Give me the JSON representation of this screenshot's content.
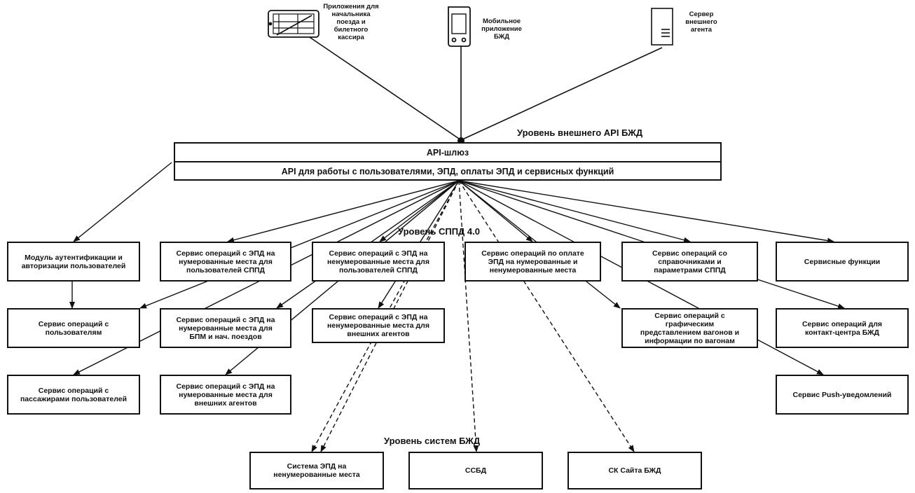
{
  "levels": {
    "external_api": "Уровень внешнего API БЖД",
    "sppd": "Уровень СППД 4.0",
    "systems": "Уровень систем БЖД"
  },
  "clients": {
    "conductor_app": "Приложения для\nначальника\nпоезда и\nбилетного\nкассира",
    "mobile_app": "Мобильное\nприложение\nБЖД",
    "agent_server": "Сервер\nвнешнего\nагента"
  },
  "gateway": {
    "title": "API-шлюз",
    "api": "API для работы с пользователями, ЭПД, оплаты ЭПД и сервисных функций"
  },
  "services": {
    "auth": "Модуль аутентификации и\nавторизации пользователей",
    "epd_numbered_sppd": "Сервис операций с ЭПД на\nнумерованные места для\nпользователей СППД",
    "epd_unnumbered_sppd": "Сервис операций с ЭПД на\nненумерованные места для\nпользователей СППД",
    "payment": "Сервис операций по оплате\nЭПД на нумерованные и\nненумерованные места",
    "directories": "Сервис операций со\nсправочниками и\nпараметрами СППД",
    "service_functions": "Сервисные функции",
    "users": "Сервис операций с\nпользователям",
    "epd_numbered_bpm": "Сервис операций с ЭПД на\nнумерованные места для\nБПМ и нач. поездов",
    "epd_unnumbered_agents": "Сервис операций с ЭПД на\nненумерованные места для\nвнешних агентов",
    "wagons_graphic": "Сервис операций с\nграфическим\nпредставлением вагонов и\nинформации по вагонам",
    "contact_center": "Сервис операций для\nконтакт-центра БЖД",
    "passengers": "Сервис операций с\nпассажирами пользователей",
    "epd_numbered_agents": "Сервис операций с ЭПД на\nнумерованные места для\nвнешних агентов",
    "push": "Сервис Push-уведомлений"
  },
  "systems": {
    "epd_unnumbered_system": "Система ЭПД на\nненумерованные места",
    "ssbd": "ССБД",
    "sk_site": "СК Сайта БЖД"
  },
  "icons": [
    "tablet-icon",
    "mobile-phone-icon",
    "server-icon"
  ]
}
